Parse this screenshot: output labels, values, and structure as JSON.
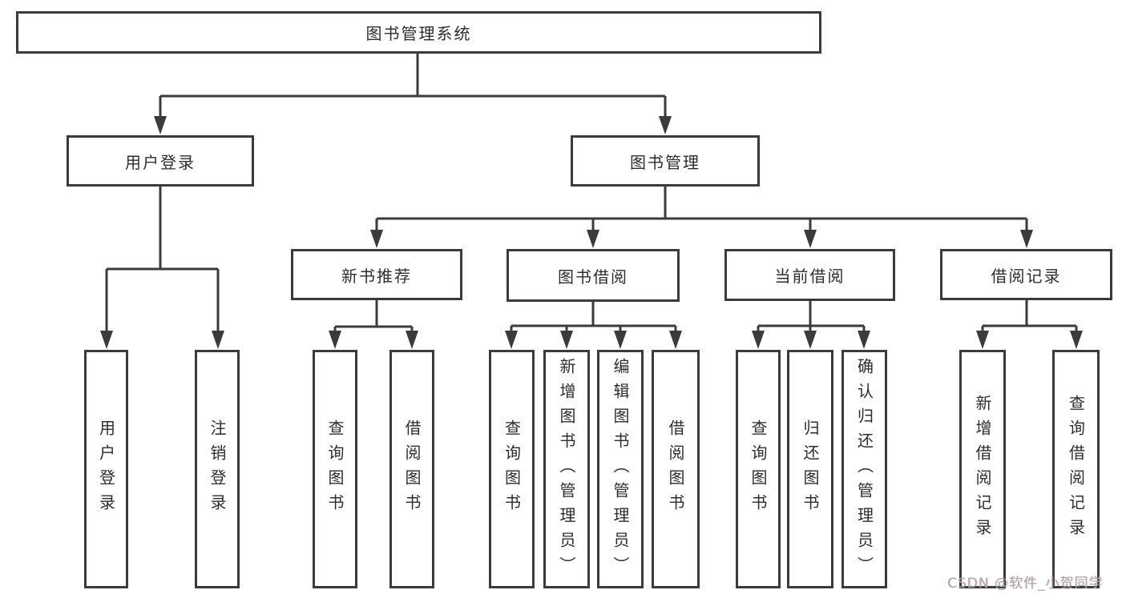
{
  "diagram_type": "hierarchy-tree",
  "tree": {
    "label": "图书管理系统",
    "children": [
      {
        "label": "用户登录",
        "children": [
          {
            "label": "用户登录"
          },
          {
            "label": "注销登录"
          }
        ]
      },
      {
        "label": "图书管理",
        "children": [
          {
            "label": "新书推荐",
            "children": [
              {
                "label": "查询图书"
              },
              {
                "label": "借阅图书"
              }
            ]
          },
          {
            "label": "图书借阅",
            "children": [
              {
                "label": "查询图书"
              },
              {
                "label": "新增图书（管理员）"
              },
              {
                "label": "编辑图书（管理员）"
              },
              {
                "label": "借阅图书"
              }
            ]
          },
          {
            "label": "当前借阅",
            "children": [
              {
                "label": "查询图书"
              },
              {
                "label": "归还图书"
              },
              {
                "label": "确认归还（管理员）"
              }
            ]
          },
          {
            "label": "借阅记录",
            "children": [
              {
                "label": "新增借阅记录"
              },
              {
                "label": "查询借阅记录"
              }
            ]
          }
        ]
      }
    ]
  },
  "watermark": {
    "text": "CSDN @软件_小贺同学"
  },
  "colors": {
    "line": "#3b3b3b",
    "box_border": "#3b3b3b",
    "box_background": "#ffffff",
    "text": "#2d2d2d",
    "watermark_text": "#a8a8a8"
  }
}
